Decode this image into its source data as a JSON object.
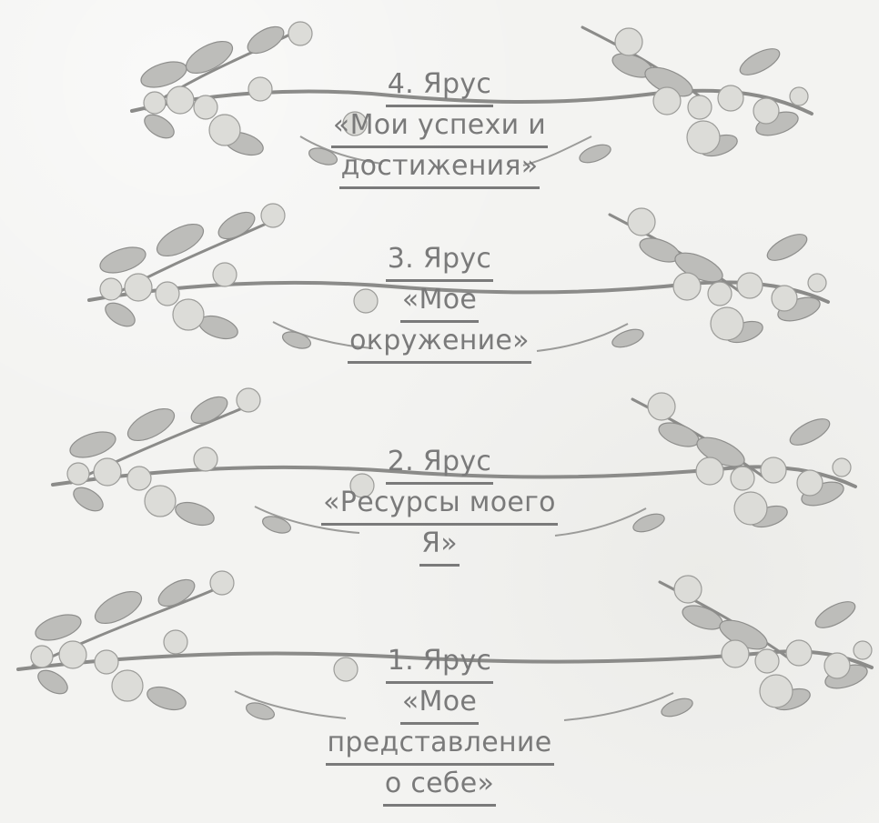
{
  "tiers": [
    {
      "title": "4. Ярус",
      "lines": [
        "«Мои успехи и",
        "достижения»"
      ]
    },
    {
      "title": "3. Ярус",
      "lines": [
        "«Мое",
        "окружение»"
      ]
    },
    {
      "title": "2. Ярус",
      "lines": [
        "«Ресурсы моего",
        "Я»"
      ]
    },
    {
      "title": "1. Ярус",
      "lines": [
        "«Мое",
        "представление",
        "о себе»"
      ]
    }
  ],
  "colors": {
    "text": "#7a7a7a",
    "ink": "#8b8b89",
    "leaf": "#b9b9b6",
    "berry": "#d8d8d4"
  },
  "icons": {
    "garland": "berry-vine-garland",
    "leaf": "leaf-icon",
    "berry": "berry-icon"
  }
}
